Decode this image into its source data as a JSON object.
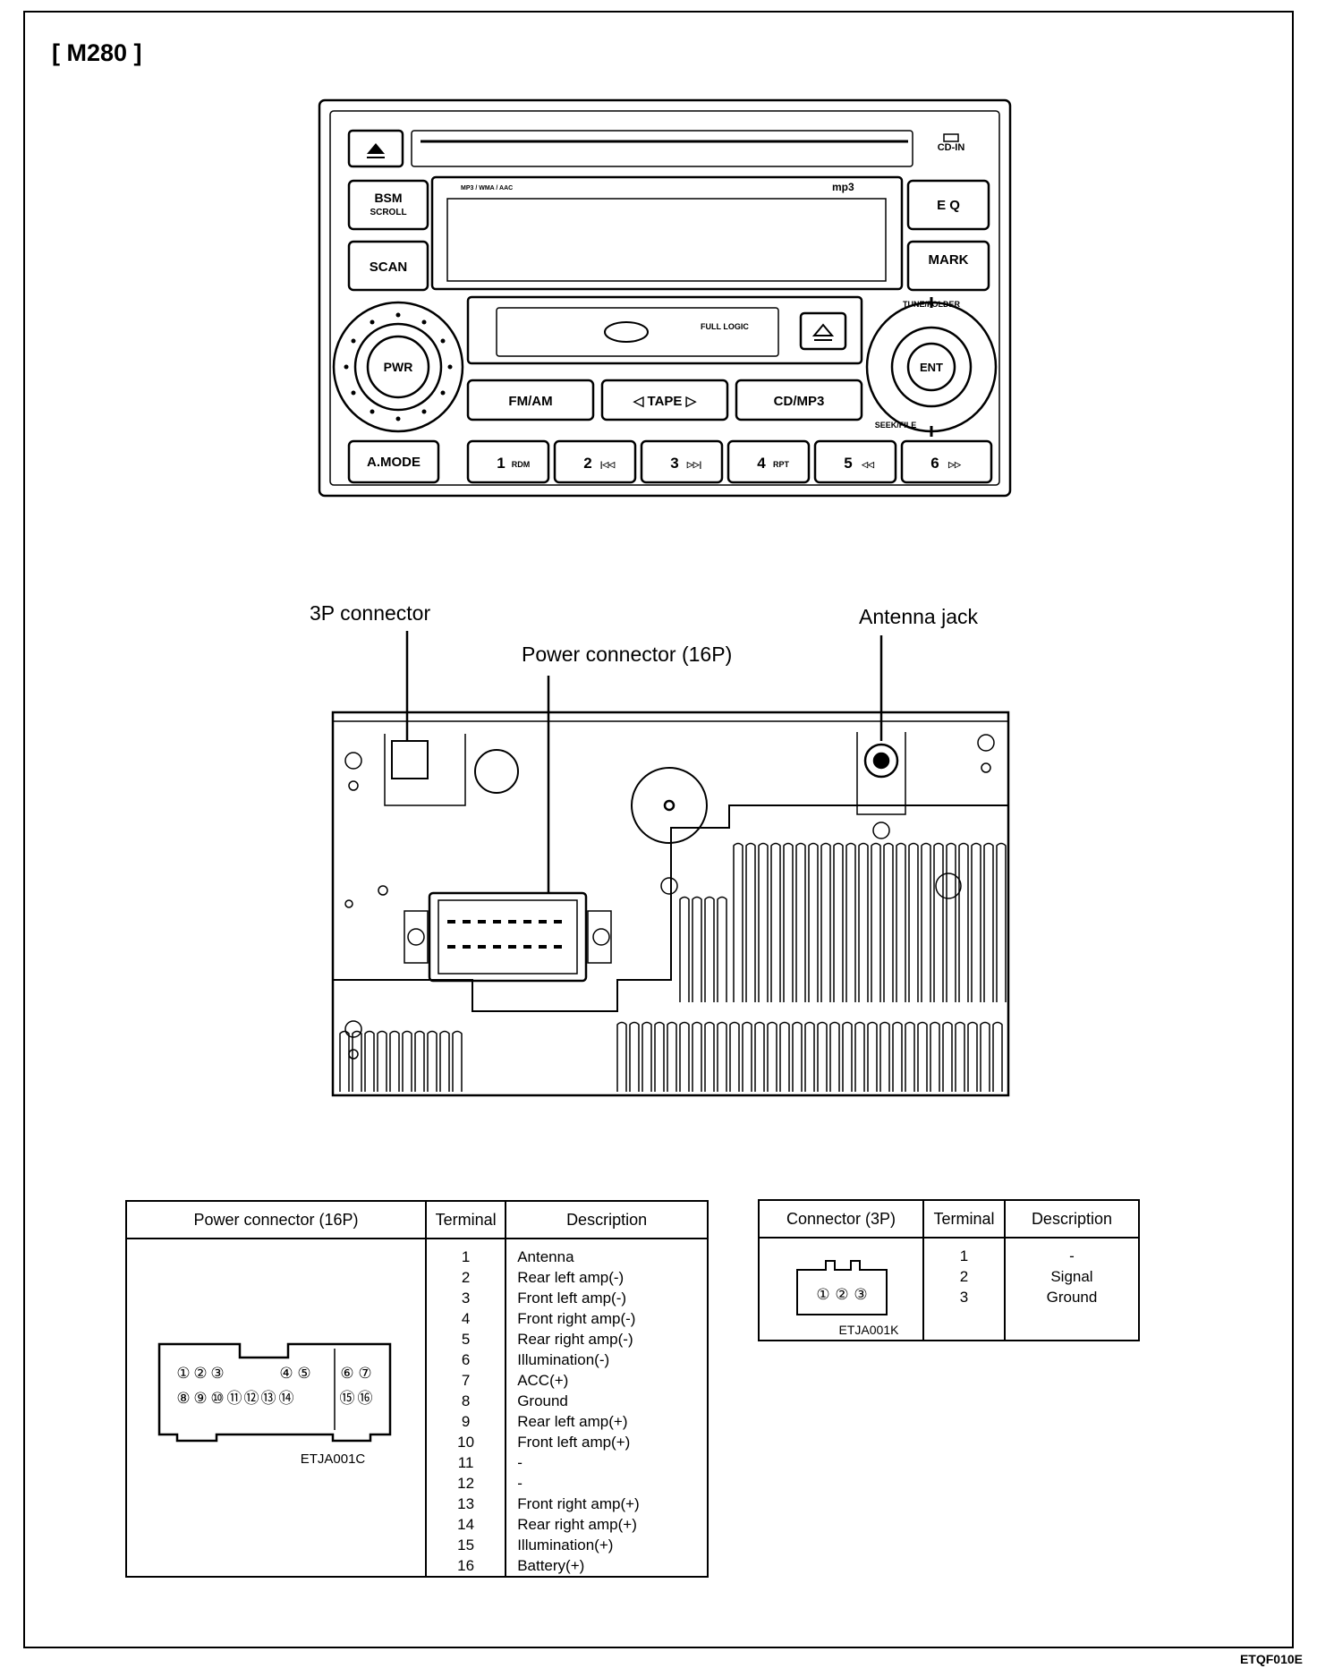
{
  "model": "[ M280 ]",
  "footer_code": "ETQF010E",
  "front_panel": {
    "buttons": {
      "bsm": "BSM",
      "scroll": "SCROLL",
      "scan": "SCAN",
      "eq": "E Q",
      "mark": "MARK",
      "pwr": "PWR",
      "ent": "ENT",
      "fm_am": "FM/AM",
      "tape": "◁ TAPE ▷",
      "cd_mp3": "CD/MP3",
      "amode": "A.MODE",
      "presets": [
        {
          "num": "1",
          "sub": "RDM"
        },
        {
          "num": "2",
          "sub": "|◁◁"
        },
        {
          "num": "3",
          "sub": "▷▷|"
        },
        {
          "num": "4",
          "sub": "RPT"
        },
        {
          "num": "5",
          "sub": "◁◁"
        },
        {
          "num": "6",
          "sub": "▷▷"
        }
      ]
    },
    "labels": {
      "cd_in": "CD-IN",
      "formats": "MP3 / WMA / AAC",
      "mp3": "mp3",
      "tune_folder": "TUNE/FOLDER",
      "seek_file": "SEEK/FILE",
      "full_logic": "FULL LOGIC"
    }
  },
  "rear_panel": {
    "callouts": {
      "connector_3p": "3P connector",
      "power_connector": "Power connector (16P)",
      "antenna_jack": "Antenna jack"
    }
  },
  "table_16p": {
    "headers": [
      "Power connector (16P)",
      "Terminal",
      "Description"
    ],
    "pin_labels": [
      "①",
      "②",
      "③",
      "④",
      "⑤",
      "⑥",
      "⑦",
      "⑧",
      "⑨",
      "⑩",
      "⑪",
      "⑫",
      "⑬",
      "⑭",
      "⑮",
      "⑯"
    ],
    "code": "ETJA001C",
    "rows": [
      {
        "terminal": "1",
        "description": "Antenna"
      },
      {
        "terminal": "2",
        "description": "Rear left amp(-)"
      },
      {
        "terminal": "3",
        "description": "Front left amp(-)"
      },
      {
        "terminal": "4",
        "description": "Front right amp(-)"
      },
      {
        "terminal": "5",
        "description": "Rear right amp(-)"
      },
      {
        "terminal": "6",
        "description": "Illumination(-)"
      },
      {
        "terminal": "7",
        "description": "ACC(+)"
      },
      {
        "terminal": "8",
        "description": "Ground"
      },
      {
        "terminal": "9",
        "description": "Rear left amp(+)"
      },
      {
        "terminal": "10",
        "description": "Front left amp(+)"
      },
      {
        "terminal": "11",
        "description": "-"
      },
      {
        "terminal": "12",
        "description": "-"
      },
      {
        "terminal": "13",
        "description": "Front right amp(+)"
      },
      {
        "terminal": "14",
        "description": "Rear right amp(+)"
      },
      {
        "terminal": "15",
        "description": "Illumination(+)"
      },
      {
        "terminal": "16",
        "description": "Battery(+)"
      }
    ]
  },
  "table_3p": {
    "headers": [
      "Connector (3P)",
      "Terminal",
      "Description"
    ],
    "pin_labels": [
      "①",
      "②",
      "③"
    ],
    "code": "ETJA001K",
    "rows": [
      {
        "terminal": "1",
        "description": "-"
      },
      {
        "terminal": "2",
        "description": "Signal"
      },
      {
        "terminal": "3",
        "description": "Ground"
      }
    ]
  }
}
